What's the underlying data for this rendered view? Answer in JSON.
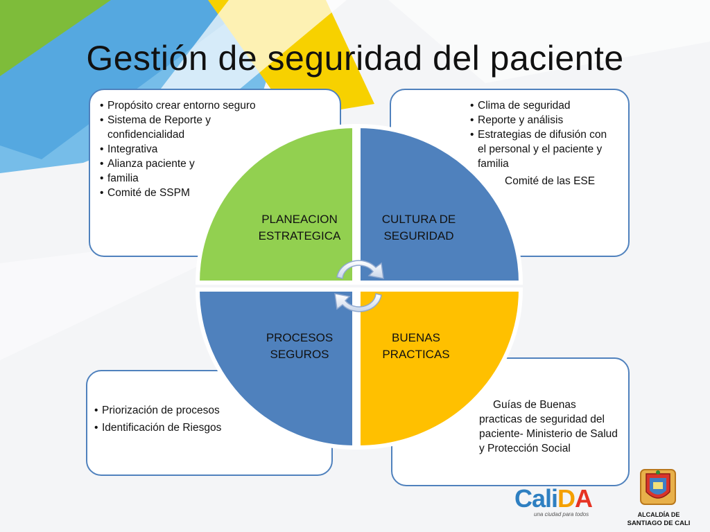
{
  "title": "Gestión de seguridad del paciente",
  "colors": {
    "green": "#92d050",
    "blue": "#4f81bd",
    "yellow": "#ffc000",
    "border_blue": "#4f81bd",
    "bg_blue": "#1d6fb8",
    "bg_yellow": "#f7d100",
    "bg_green": "#7ebc3a"
  },
  "quadrants": {
    "planeacion": {
      "line1": "PLANEACION",
      "line2": "ESTRATEGICA",
      "color": "#92d050"
    },
    "cultura": {
      "line1": "CULTURA DE",
      "line2": "SEGURIDAD",
      "color": "#4f81bd"
    },
    "procesos": {
      "line1": "PROCESOS",
      "line2": "SEGUROS",
      "color": "#4f81bd"
    },
    "buenas": {
      "line1": "BUENAS",
      "line2": "PRACTICAS",
      "color": "#ffc000"
    }
  },
  "boxes": {
    "top_left": {
      "items": [
        "Propósito  crear entorno seguro",
        "Sistema de Reporte y confidencialidad",
        "Integrativa",
        "Alianza paciente y",
        "familia",
        "Comité de SSPM"
      ]
    },
    "top_right": {
      "items": [
        "Clima de seguridad",
        "Reporte  y análisis",
        "Estrategias de difusión con el personal y el paciente y familia"
      ],
      "plain": "Comité de las ESE"
    },
    "bottom_left": {
      "items": [
        "Priorización de procesos",
        "Identificación de Riesgos"
      ]
    },
    "bottom_right": {
      "text": "Guías de Buenas practicas de seguridad del paciente- Ministerio de Salud y Protección Social"
    }
  },
  "icons": {
    "cycle_arrows": "circular-arrows-icon"
  },
  "logos": {
    "calida": {
      "w1": "Cali",
      "w2": "D",
      "w3": "A",
      "tagline": "una ciudad para todos"
    },
    "alcaldia": {
      "line1": "ALCALDÍA DE",
      "line2": "SANTIAGO DE CALI"
    }
  }
}
